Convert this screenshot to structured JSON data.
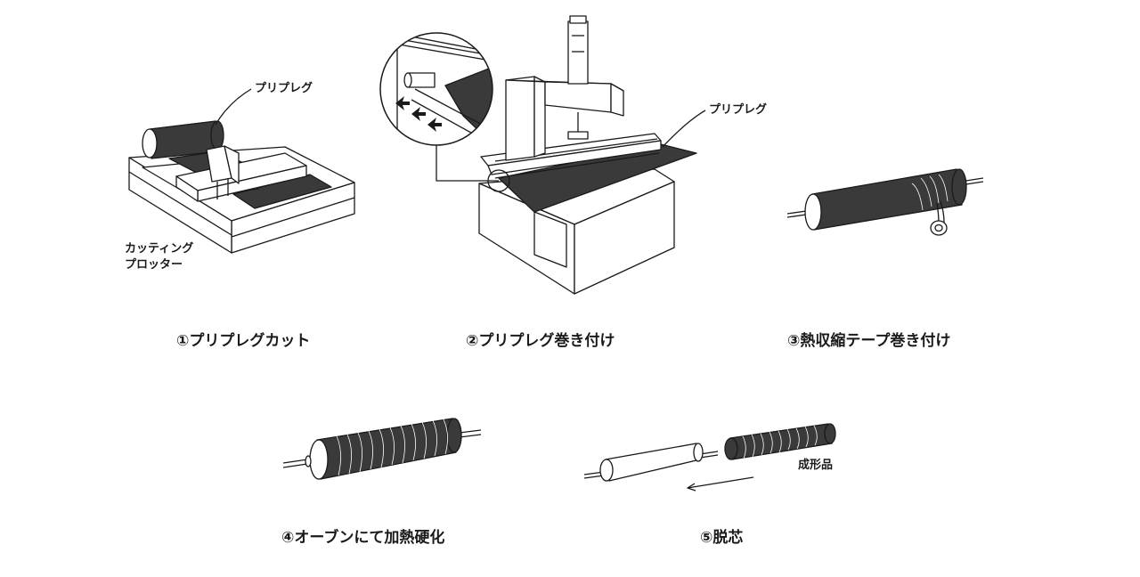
{
  "labels": {
    "prepreg_1": "プリプレグ",
    "plotter_line1": "カッティング",
    "plotter_line2": "プロッター",
    "prepreg_2": "プリプレグ",
    "product": "成形品"
  },
  "steps": [
    "①プリプレグカット",
    "②プリプレグ巻き付け",
    "③熱収縮テープ巻き付け",
    "④オーブンにて加熱硬化",
    "⑤脱芯"
  ],
  "colors": {
    "ink": "#1a1a1a",
    "dark_fill": "#3a3a3a",
    "background": "#ffffff"
  }
}
